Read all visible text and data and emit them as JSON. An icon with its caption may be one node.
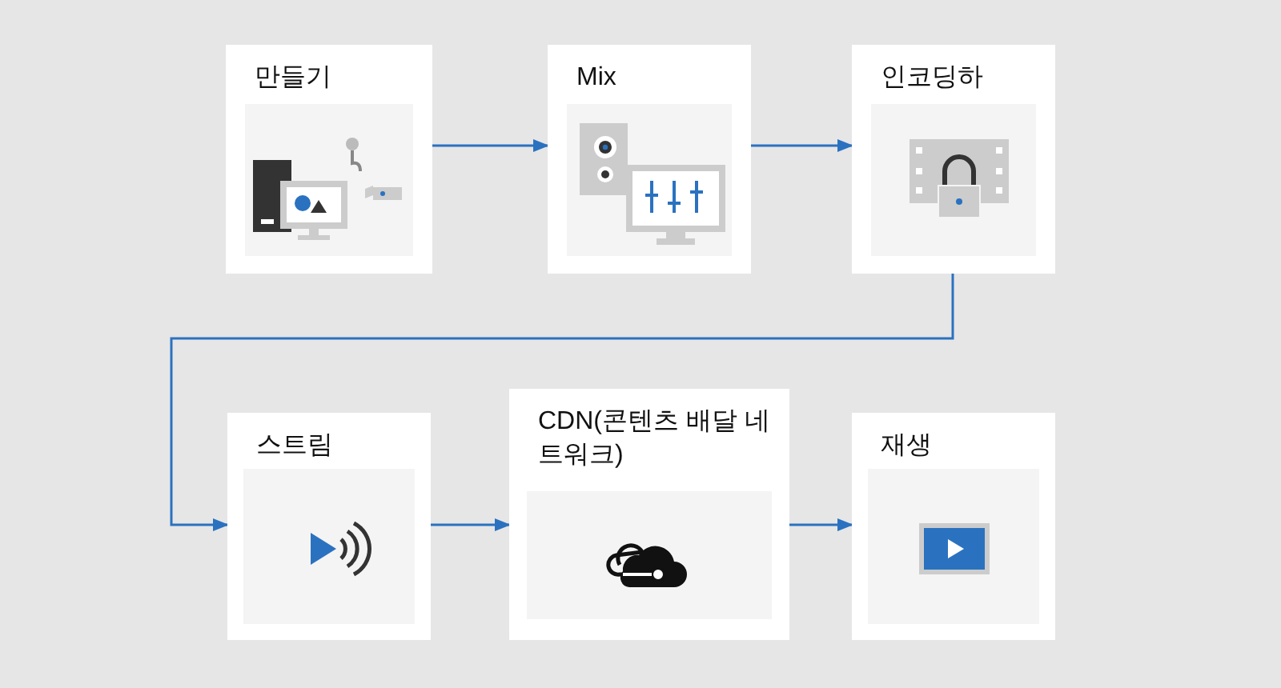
{
  "diagram": {
    "nodes": [
      {
        "text": [
          "만들기"
        ]
      },
      {
        "text": [
          "Mix"
        ]
      },
      {
        "text": [
          "인코딩하"
        ]
      },
      {
        "text": [
          "스트림"
        ]
      },
      {
        "text": [
          "CDN(콘텐츠 배달 네트워크)"
        ]
      },
      {
        "text": [
          "재생"
        ]
      }
    ],
    "edges": [
      {
        "from": 0,
        "to": 1,
        "arrow": "to"
      },
      {
        "from": 1,
        "to": 2,
        "arrow": "to"
      },
      {
        "from": 2,
        "to": 3,
        "arrow": "to"
      },
      {
        "from": 3,
        "to": 4,
        "arrow": "to"
      },
      {
        "from": 4,
        "to": 5,
        "arrow": "to"
      }
    ]
  }
}
